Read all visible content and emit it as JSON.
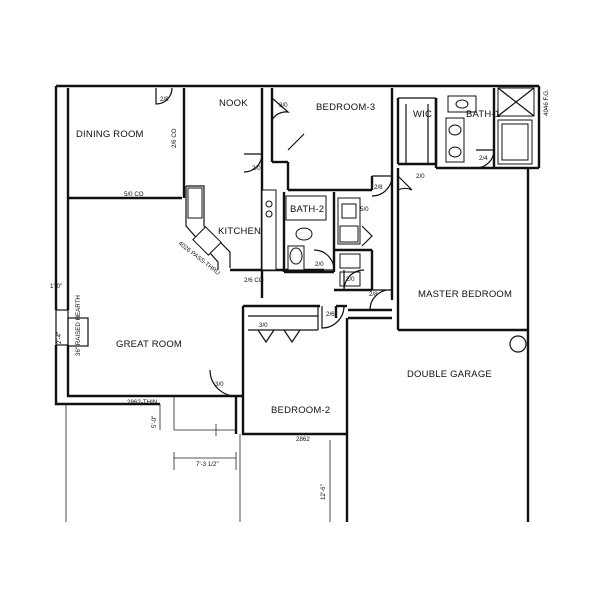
{
  "rooms": {
    "dining_room": "DINING ROOM",
    "nook": "NOOK",
    "bedroom_3": "BEDROOM-3",
    "wic": "WIC",
    "bath_1": "BATH-1",
    "bath_2": "BATH-2",
    "kitchen": "KITCHEN",
    "master_bedroom": "MASTER BEDROOM",
    "great_room": "GREAT ROOM",
    "double_garage": "DOUBLE GARAGE",
    "bedroom_2": "BEDROOM-2"
  },
  "labels": {
    "door_28_dining": "2/8",
    "door_26_co": "2/6 CO",
    "door_50_co": "5/0 CO",
    "door_20_nook": "2/0",
    "door_30_bed3": "3/0",
    "door_20_wic": "2/0",
    "door_24_bath1": "2/4",
    "door_28_hall": "2/8",
    "door_50_bath2": "5/0",
    "door_20_hall": "2/0",
    "door_20_hall2": "2/0",
    "door_28_master": "2/8",
    "door_26_co_kitchen": "2/6 CO",
    "door_26_bed2": "2/6",
    "door_30_bed2_closet": "3/0",
    "door_30_great": "3/0",
    "window_4046": "4046 F.G.",
    "pass_thru": "4026 PASS-THRU",
    "fireplace": "36\" RAISED HEARTH",
    "dim_1_0": "1'-0\"",
    "dim_2_4": "2'-4\"",
    "window_2862_thin": "2862-THIN",
    "dim_5_0": "5'-0\"",
    "window_2862": "2862",
    "dim_7_3_5": "7'-3 1/2\"",
    "dim_12_6": "12'-6\""
  }
}
